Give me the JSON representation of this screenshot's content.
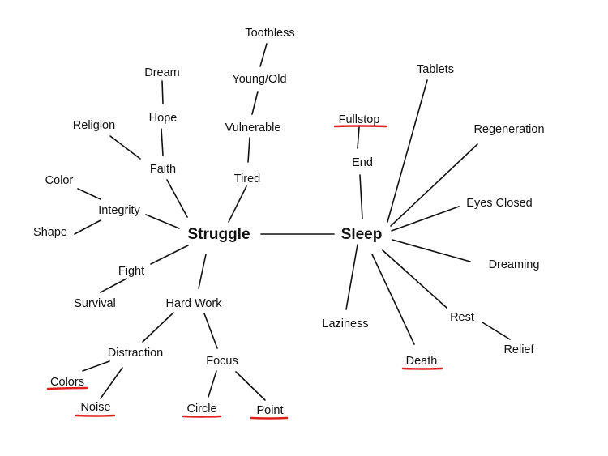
{
  "hubs": {
    "struggle": "Struggle",
    "sleep": "Sleep"
  },
  "struggle_branch": {
    "toothless": "Toothless",
    "young_old": "Young/Old",
    "vulnerable": "Vulnerable",
    "tired": "Tired",
    "dream": "Dream",
    "hope": "Hope",
    "religion": "Religion",
    "faith": "Faith",
    "color": "Color",
    "integrity": "Integrity",
    "shape": "Shape",
    "fight": "Fight",
    "survival": "Survival",
    "hard_work": "Hard Work",
    "distraction": "Distraction",
    "colors": "Colors",
    "noise": "Noise",
    "focus": "Focus",
    "circle": "Circle",
    "point": "Point"
  },
  "sleep_branch": {
    "tablets": "Tablets",
    "fullstop": "Fullstop",
    "end": "End",
    "regeneration": "Regeneration",
    "eyes_closed": "Eyes Closed",
    "dreaming": "Dreaming",
    "rest": "Rest",
    "relief": "Relief",
    "laziness": "Laziness",
    "death": "Death"
  },
  "underline_color": "#e0201c"
}
